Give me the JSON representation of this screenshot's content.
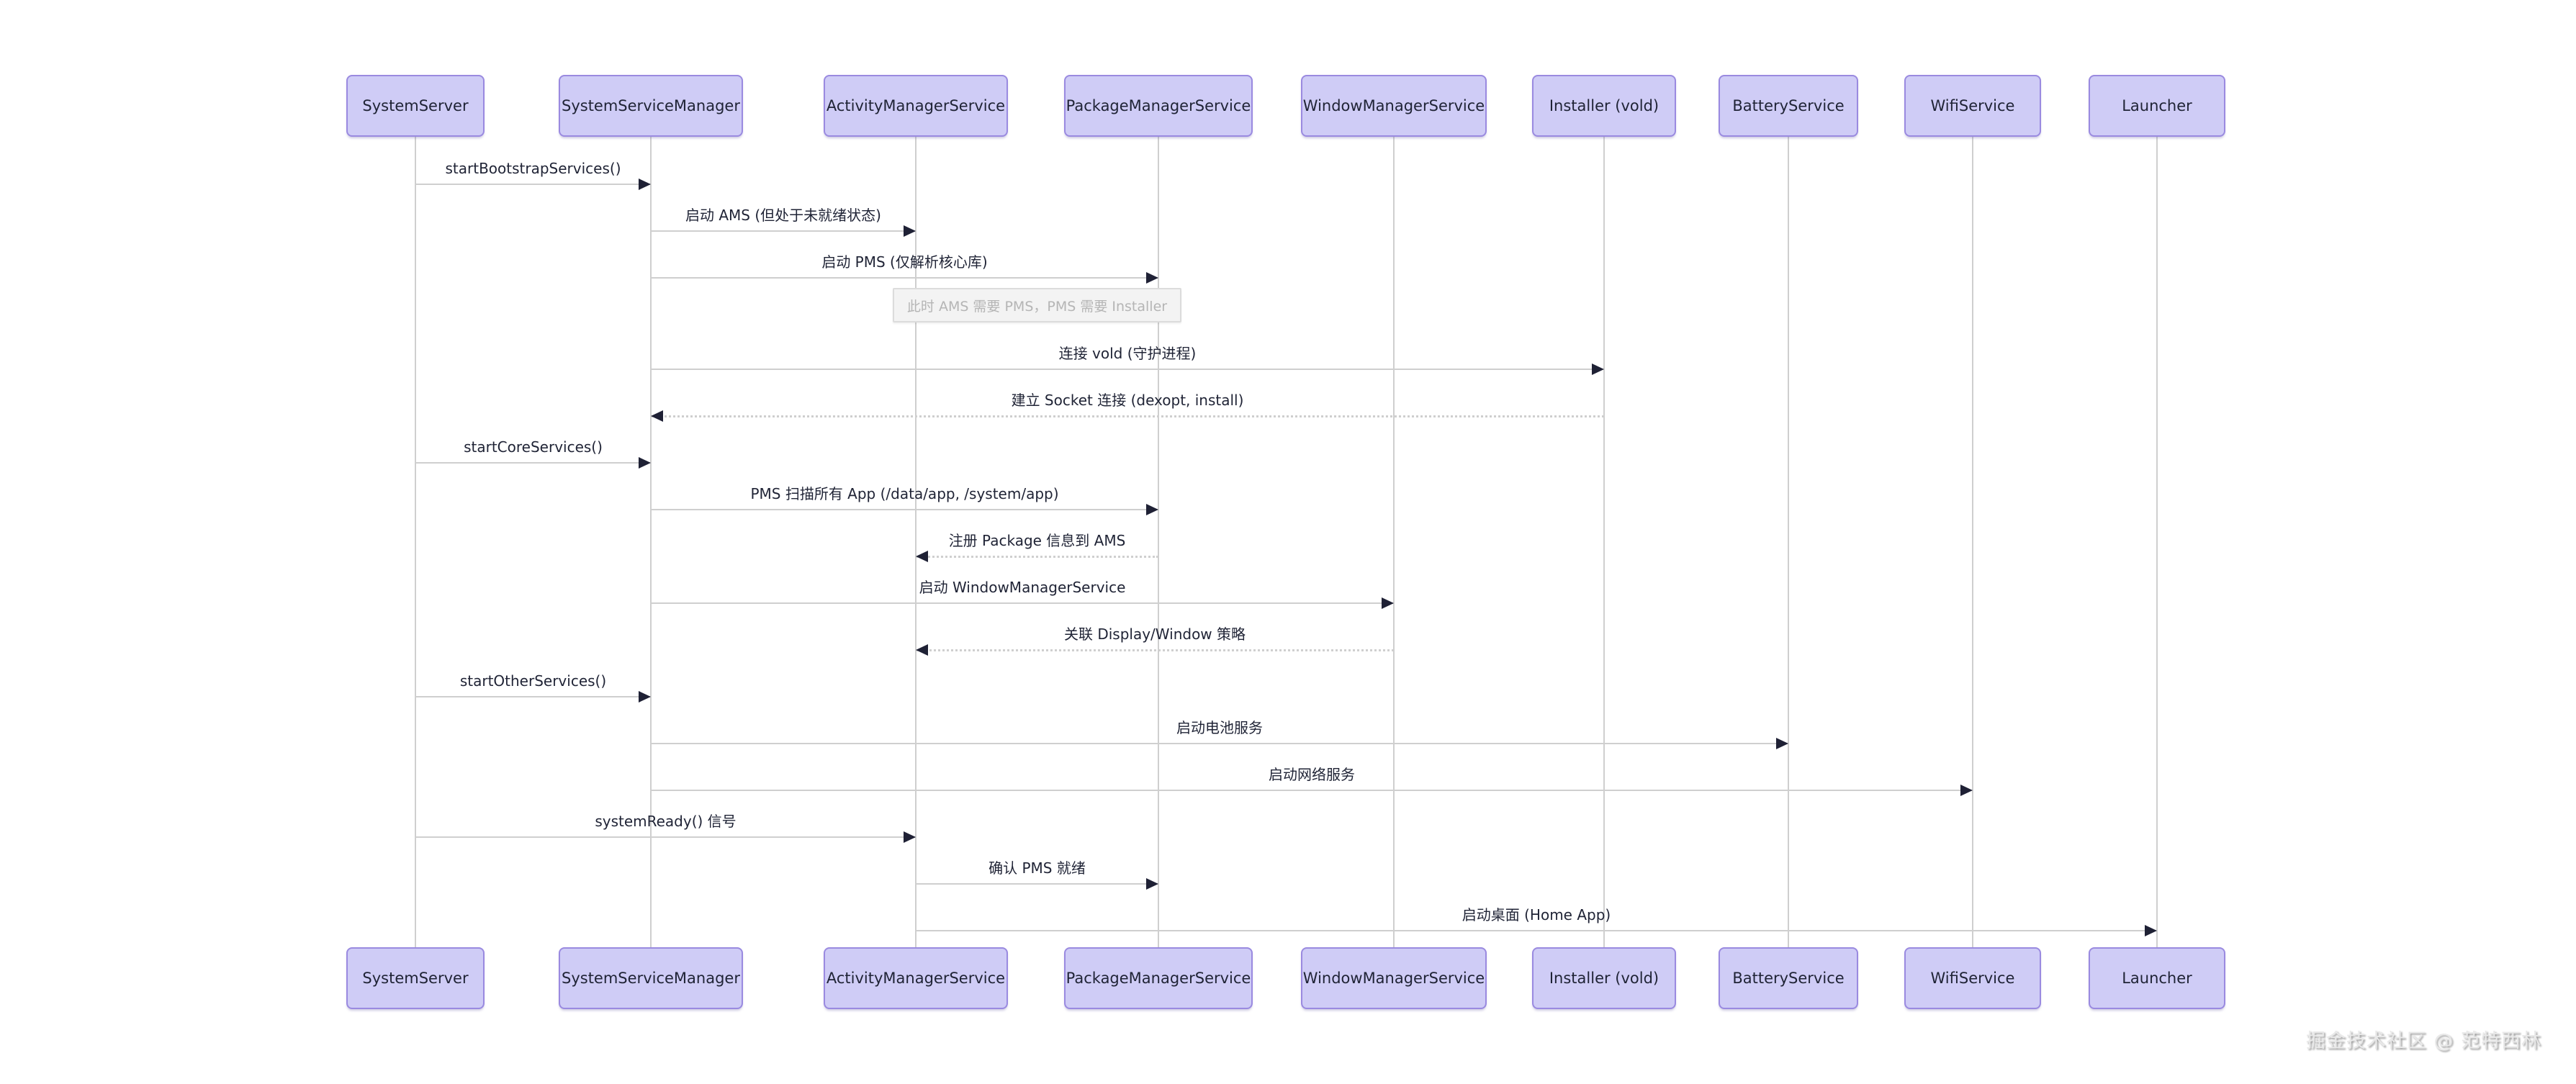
{
  "colors": {
    "actor_fill": "#cfccf6",
    "actor_border": "#9a8ae0",
    "message_line": "#cfcfcf",
    "arrowhead": "#1f2135",
    "text": "#1f2335",
    "note_fill": "#f3f3f3",
    "note_border": "#dcdcdc",
    "note_text": "#b5b5b5",
    "background": "#ffffff",
    "watermark_text_color": "#e9e9e9"
  },
  "diagram": {
    "type": "sequence",
    "actors": [
      {
        "label": "SystemServer"
      },
      {
        "label": "SystemServiceManager"
      },
      {
        "label": "ActivityManagerService"
      },
      {
        "label": "PackageManagerService"
      },
      {
        "label": "WindowManagerService"
      },
      {
        "label": "Installer (vold)"
      },
      {
        "label": "BatteryService"
      },
      {
        "label": "WifiService"
      },
      {
        "label": "Launcher"
      }
    ],
    "items": [
      {
        "kind": "message",
        "from": "SystemServer",
        "to": "SystemServiceManager",
        "label": "startBootstrapServices()",
        "style": "solid"
      },
      {
        "kind": "message",
        "from": "SystemServiceManager",
        "to": "ActivityManagerService",
        "label": "启动 AMS (但处于未就绪状态)",
        "style": "solid"
      },
      {
        "kind": "message",
        "from": "SystemServiceManager",
        "to": "PackageManagerService",
        "label": "启动 PMS (仅解析核心库)",
        "style": "solid"
      },
      {
        "kind": "note",
        "over": [
          "ActivityManagerService",
          "PackageManagerService"
        ],
        "label": "此时 AMS 需要 PMS，PMS 需要 Installer"
      },
      {
        "kind": "message",
        "from": "SystemServiceManager",
        "to": "Installer (vold)",
        "label": "连接 vold (守护进程)",
        "style": "solid"
      },
      {
        "kind": "message",
        "from": "Installer (vold)",
        "to": "SystemServiceManager",
        "label": "建立 Socket 连接 (dexopt, install)",
        "style": "dashed"
      },
      {
        "kind": "message",
        "from": "SystemServer",
        "to": "SystemServiceManager",
        "label": "startCoreServices()",
        "style": "solid"
      },
      {
        "kind": "message",
        "from": "SystemServiceManager",
        "to": "PackageManagerService",
        "label": "PMS 扫描所有 App (/data/app, /system/app)",
        "style": "solid"
      },
      {
        "kind": "message",
        "from": "PackageManagerService",
        "to": "ActivityManagerService",
        "label": "注册 Package 信息到 AMS",
        "style": "dashed"
      },
      {
        "kind": "message",
        "from": "SystemServiceManager",
        "to": "WindowManagerService",
        "label": "启动 WindowManagerService",
        "style": "solid"
      },
      {
        "kind": "message",
        "from": "WindowManagerService",
        "to": "ActivityManagerService",
        "label": "关联 Display/Window 策略",
        "style": "dashed"
      },
      {
        "kind": "message",
        "from": "SystemServer",
        "to": "SystemServiceManager",
        "label": "startOtherServices()",
        "style": "solid"
      },
      {
        "kind": "message",
        "from": "SystemServiceManager",
        "to": "BatteryService",
        "label": "启动电池服务",
        "style": "solid"
      },
      {
        "kind": "message",
        "from": "SystemServiceManager",
        "to": "WifiService",
        "label": "启动网络服务",
        "style": "solid"
      },
      {
        "kind": "message",
        "from": "SystemServer",
        "to": "ActivityManagerService",
        "label": "systemReady() 信号",
        "style": "solid"
      },
      {
        "kind": "message",
        "from": "ActivityManagerService",
        "to": "PackageManagerService",
        "label": "确认 PMS 就绪",
        "style": "solid"
      },
      {
        "kind": "message",
        "from": "ActivityManagerService",
        "to": "Launcher",
        "label": "启动桌面 (Home App)",
        "style": "solid"
      }
    ]
  },
  "watermark": {
    "text": "掘金技术社区 @ 范特西林"
  }
}
